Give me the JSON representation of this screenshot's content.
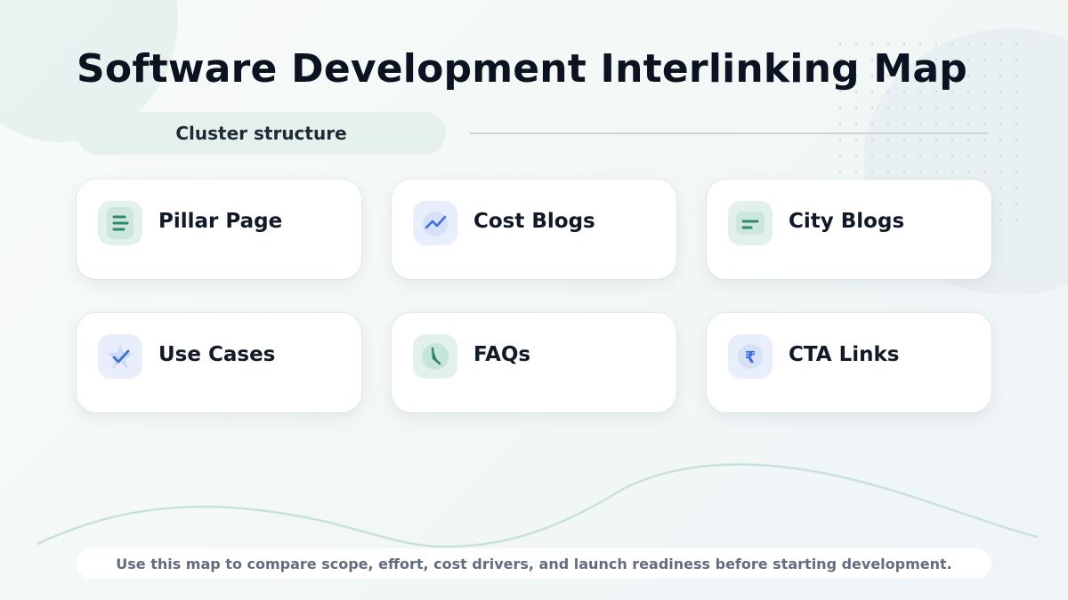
{
  "title": "Software Development Interlinking Map",
  "subtitle_pill": "Cluster structure",
  "cards": [
    {
      "label": "Pillar Page",
      "icon": "document-lines-icon",
      "tone": "green"
    },
    {
      "label": "Cost Blogs",
      "icon": "trend-line-icon",
      "tone": "blue"
    },
    {
      "label": "City Blogs",
      "icon": "text-lines-icon",
      "tone": "green"
    },
    {
      "label": "Use Cases",
      "icon": "star-check-icon",
      "tone": "blue"
    },
    {
      "label": "FAQs",
      "icon": "clock-icon",
      "tone": "green"
    },
    {
      "label": "CTA Links",
      "icon": "rupee-icon",
      "tone": "blue"
    }
  ],
  "footer_note": "Use this map to compare scope, effort, cost drivers, and launch readiness before starting development.",
  "colors": {
    "accent_green": "#2e8a6c",
    "accent_blue": "#3f6fd8",
    "title_text": "#0b1320",
    "footer_text": "#636d7f"
  }
}
